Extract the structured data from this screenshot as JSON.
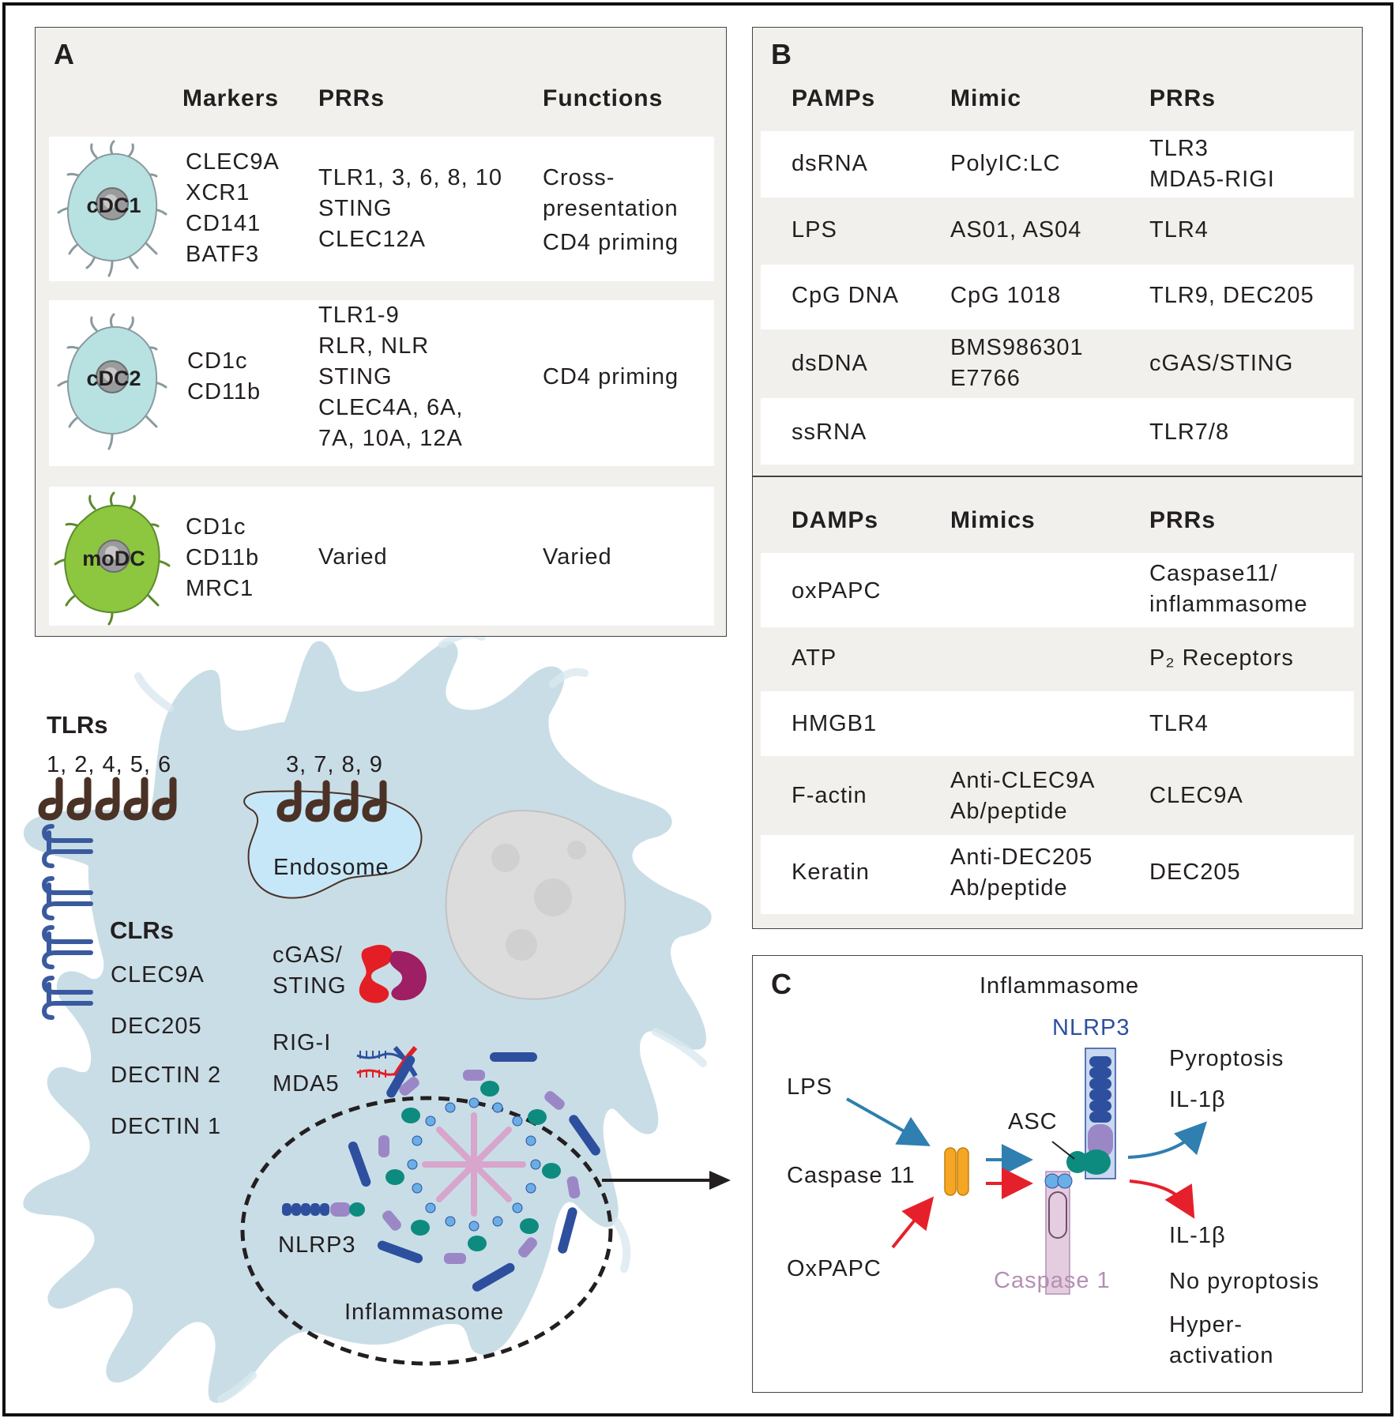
{
  "panelA": {
    "letter": "A",
    "headers": {
      "markers": "Markers",
      "prrs": "PRRs",
      "functions": "Functions"
    },
    "rows": [
      {
        "cell": "cDC1",
        "markers": "CLEC9A\nXCR1\nCD141\nBATF3",
        "prrs": "TLR1, 3, 6, 8, 10\nSTING\nCLEC12A",
        "functions": [
          "Cross-\npresentation",
          "CD4 priming"
        ]
      },
      {
        "cell": "cDC2",
        "markers": "CD1c\nCD11b",
        "prrs": "TLR1-9\nRLR, NLR\nSTING\nCLEC4A, 6A,\n7A, 10A, 12A",
        "functions": [
          "CD4 priming"
        ]
      },
      {
        "cell": "moDC",
        "markers": "CD1c\nCD11b\nMRC1",
        "prrs": "Varied",
        "functions": [
          "Varied"
        ]
      }
    ]
  },
  "panelB": {
    "letter": "B",
    "pamps": {
      "headers": [
        "PAMPs",
        "Mimic",
        "PRRs"
      ],
      "rows": [
        [
          "dsRNA",
          "PolyIC:LC",
          "TLR3\nMDA5-RIGI"
        ],
        [
          "LPS",
          "AS01, AS04",
          "TLR4"
        ],
        [
          "CpG DNA",
          "CpG 1018",
          "TLR9, DEC205"
        ],
        [
          "dsDNA",
          "BMS986301\nE7766",
          "cGAS/STING"
        ],
        [
          "ssRNA",
          "",
          "TLR7/8"
        ]
      ]
    },
    "damps": {
      "headers": [
        "DAMPs",
        "Mimics",
        "PRRs"
      ],
      "rows": [
        [
          "oxPAPC",
          "",
          "Caspase11/\ninflammasome"
        ],
        [
          "ATP",
          "",
          "P₂ Receptors"
        ],
        [
          "HMGB1",
          "",
          "TLR4"
        ],
        [
          "F-actin",
          "Anti-CLEC9A\nAb/peptide",
          "CLEC9A"
        ],
        [
          "Keratin",
          "Anti-DEC205\nAb/peptide",
          "DEC205"
        ]
      ]
    }
  },
  "cell": {
    "tlrs_title": "TLRs",
    "tlrs_surface": "1, 2, 4, 5, 6",
    "tlrs_endosome": "3, 7, 8, 9",
    "endosome": "Endosome",
    "clrs_title": "CLRs",
    "clrs": [
      "CLEC9A",
      "DEC205",
      "DECTIN 2",
      "DECTIN 1"
    ],
    "cgas_sting": "cGAS/\nSTING",
    "rig_i": "RIG-I",
    "mda5": "MDA5",
    "nlrp3": "NLRP3",
    "inflammasome": "Inflammasome"
  },
  "panelC": {
    "letter": "C",
    "title": "Inflammasome",
    "nlrp3": "NLRP3",
    "asc": "ASC",
    "caspase1": "Caspase 1",
    "lps": "LPS",
    "caspase11": "Caspase 11",
    "oxpapc": "OxPAPC",
    "out_top": [
      "Pyroptosis",
      "IL-1β"
    ],
    "out_bottom": [
      "IL-1β",
      "No pyroptosis",
      "Hyper-\nactivation"
    ]
  },
  "colors": {
    "cell_body": "#c9dde6",
    "cdc": "#b8e2e2",
    "modc": "#8dc63f",
    "endosome": "#c6e7f7",
    "clr_blue": "#3a5a9f",
    "tlr_brown": "#4b3226",
    "blue_arrow": "#2f7fb0",
    "red_arrow": "#e6202a",
    "nlrp3_blue": "#2d4f9e",
    "caspase_pink": "#b58fb4",
    "asc_green": "#0d8b7f",
    "caspase11_orange": "#f5a623"
  }
}
